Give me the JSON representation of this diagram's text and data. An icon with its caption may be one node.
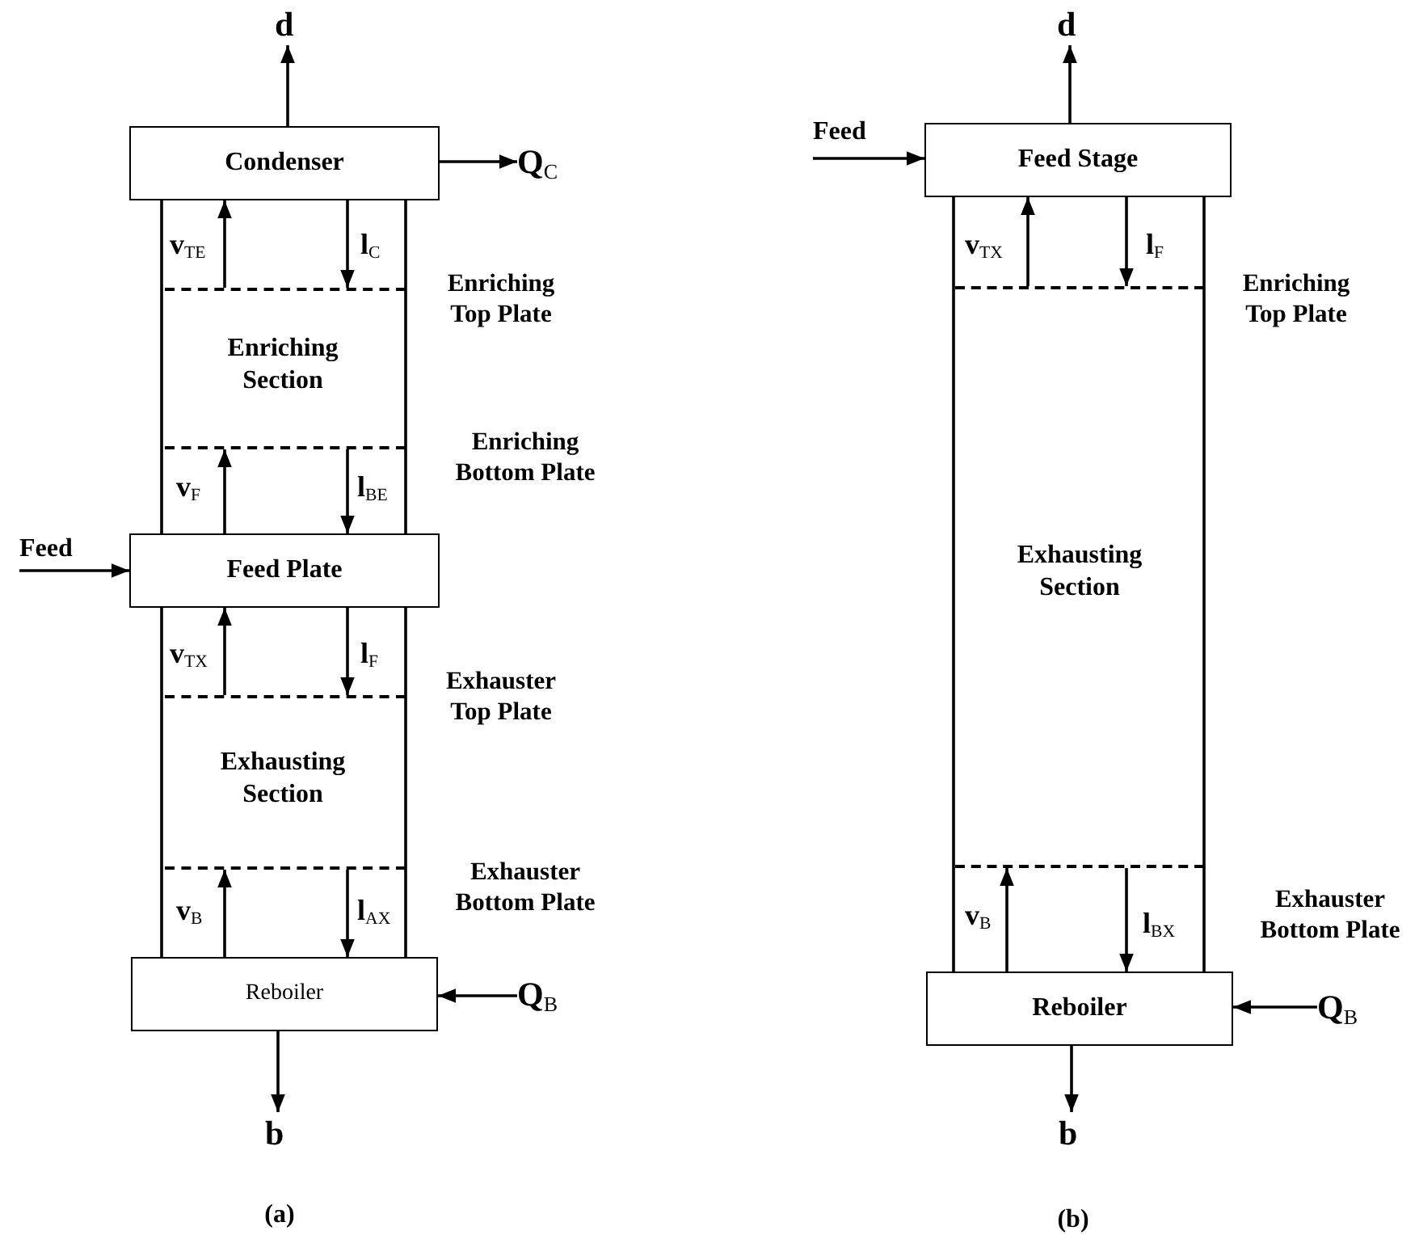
{
  "diagram": {
    "nodes": [
      {
        "text": [
          "d"
        ]
      },
      {
        "text": [
          "Condenser"
        ]
      },
      {
        "text": [
          "Q$_{C}$"
        ]
      },
      {
        "text": [],
        "shape": "bar",
        "beside": [
          "Enriching Top Plate"
        ]
      },
      {
        "text": [],
        "shape": "bar",
        "beside": [
          "Enriching Bottom Plate"
        ]
      },
      {
        "text": [
          "Feed"
        ]
      },
      {
        "text": [
          "Feed Plate"
        ]
      },
      {
        "text": [],
        "shape": "bar",
        "beside": [
          "Exhauster Top Plate"
        ]
      },
      {
        "text": [],
        "shape": "bar",
        "beside": [
          "Exhauster Bottom Plate"
        ]
      },
      {
        "text": [
          "Reboiler"
        ]
      },
      {
        "text": [
          "Q$_{B}$"
        ]
      },
      {
        "text": [
          "b"
        ]
      },
      {
        "text": [
          "d"
        ]
      },
      {
        "text": [
          "Feed"
        ]
      },
      {
        "text": [
          "Feed Stage"
        ]
      },
      {
        "text": [],
        "shape": "bar",
        "beside": [
          "Enriching Top Plate"
        ]
      },
      {
        "text": [],
        "shape": "bar",
        "beside": [
          "Exhauster Bottom Plate"
        ]
      },
      {
        "text": [
          "Reboiler"
        ]
      },
      {
        "text": [
          "Q$_{B}$"
        ]
      },
      {
        "text": [
          "b"
        ]
      }
    ],
    "edges": [
      {
        "from": 1,
        "to": 0,
        "arrow": "to"
      },
      {
        "from": 1,
        "to": 2,
        "arrow": "to"
      },
      {
        "from": 5,
        "to": 6,
        "arrow": "to"
      },
      {
        "from": 3,
        "to": 1,
        "arrow": "to",
        "label": "v$_{TE}$"
      },
      {
        "from": 1,
        "to": 3,
        "arrow": "to",
        "label": "l$_{C}$"
      },
      {
        "from": 6,
        "to": 4,
        "arrow": "to",
        "label": "v$_{F}$"
      },
      {
        "from": 4,
        "to": 6,
        "arrow": "to",
        "label": "l$_{BE}$"
      },
      {
        "from": 7,
        "to": 6,
        "arrow": "to",
        "label": "v$_{TX}$"
      },
      {
        "from": 6,
        "to": 7,
        "arrow": "to",
        "label": "l$_{F}$"
      },
      {
        "from": 9,
        "to": 8,
        "arrow": "to",
        "label": "v$_{B}$"
      },
      {
        "from": 8,
        "to": 9,
        "arrow": "to",
        "label": "l$_{AX}$"
      },
      {
        "from": 10,
        "to": 9,
        "arrow": "to"
      },
      {
        "from": 9,
        "to": 11,
        "arrow": "to"
      },
      {
        "from": 14,
        "to": 12,
        "arrow": "to"
      },
      {
        "from": 13,
        "to": 14,
        "arrow": "to"
      },
      {
        "from": 15,
        "to": 14,
        "arrow": "to",
        "label": "v$_{TX}$"
      },
      {
        "from": 14,
        "to": 15,
        "arrow": "to",
        "label": "l$_{F}$"
      },
      {
        "from": 17,
        "to": 16,
        "arrow": "to",
        "label": "v$_{B}$"
      },
      {
        "from": 16,
        "to": 17,
        "arrow": "to",
        "label": "l$_{BX}$"
      },
      {
        "from": 18,
        "to": 17,
        "arrow": "to"
      },
      {
        "from": 17,
        "to": 19,
        "arrow": "to"
      }
    ],
    "labels": [
      "Enriching Section",
      "Exhausting Section",
      "(a)",
      "Exhausting Section",
      "(b)"
    ]
  }
}
